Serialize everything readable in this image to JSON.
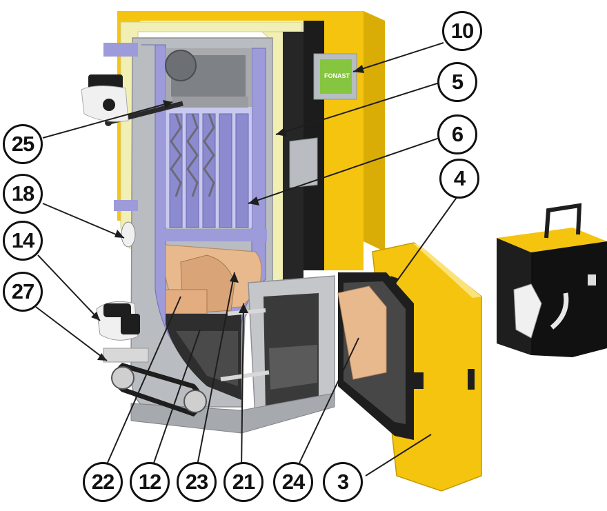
{
  "brand": {
    "label": "FONAST"
  },
  "callouts": [
    {
      "id": "c10",
      "label": "10"
    },
    {
      "id": "c5",
      "label": "5"
    },
    {
      "id": "c6",
      "label": "6"
    },
    {
      "id": "c4",
      "label": "4"
    },
    {
      "id": "c25",
      "label": "25"
    },
    {
      "id": "c18",
      "label": "18"
    },
    {
      "id": "c14",
      "label": "14"
    },
    {
      "id": "c27",
      "label": "27"
    },
    {
      "id": "c22",
      "label": "22"
    },
    {
      "id": "c12",
      "label": "12"
    },
    {
      "id": "c23",
      "label": "23"
    },
    {
      "id": "c21",
      "label": "21"
    },
    {
      "id": "c24",
      "label": "24"
    },
    {
      "id": "c3",
      "label": "3"
    }
  ],
  "colors": {
    "casing": "#f5c40f",
    "casing_shadow": "#caa000",
    "insulation": "#f1efb4",
    "steel": "#b9bcc0",
    "water_jacket": "#9d9bd9",
    "firebrick": "#e9b98e",
    "dark": "#1e1e1e"
  }
}
